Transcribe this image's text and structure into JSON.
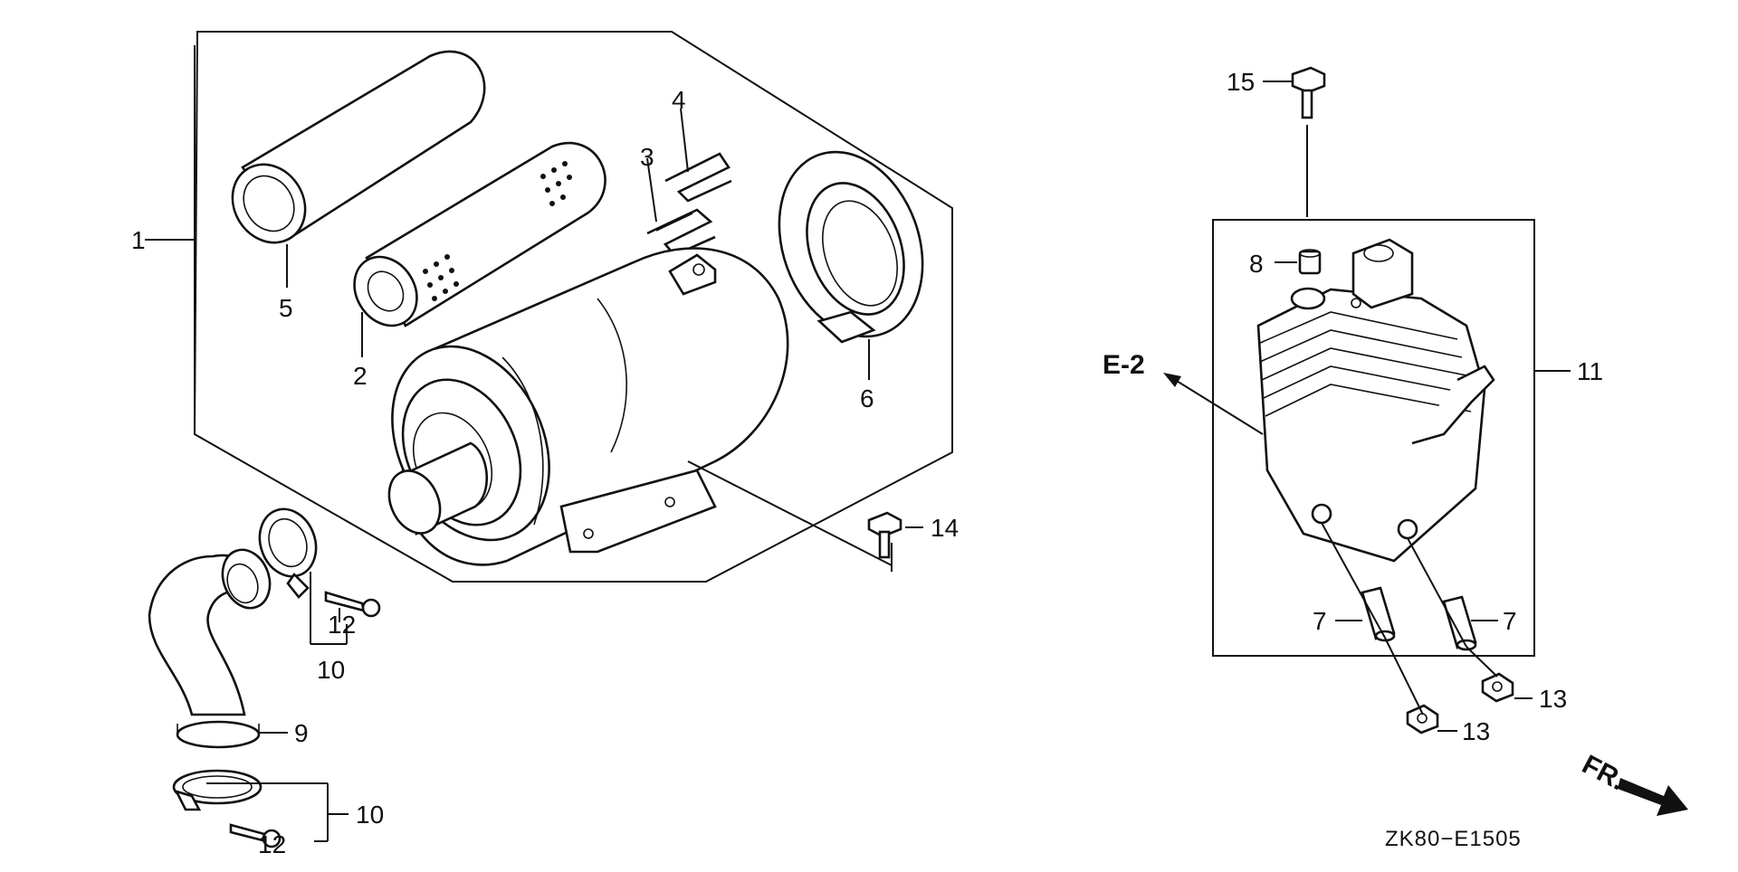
{
  "diagram": {
    "code": "ZK80−E1505",
    "reference_label": "E-2",
    "front_label": "FR.",
    "callouts": [
      "1",
      "2",
      "3",
      "4",
      "5",
      "6",
      "7",
      "7",
      "8",
      "9",
      "10",
      "10",
      "11",
      "12",
      "12",
      "13",
      "13",
      "14",
      "15"
    ]
  }
}
